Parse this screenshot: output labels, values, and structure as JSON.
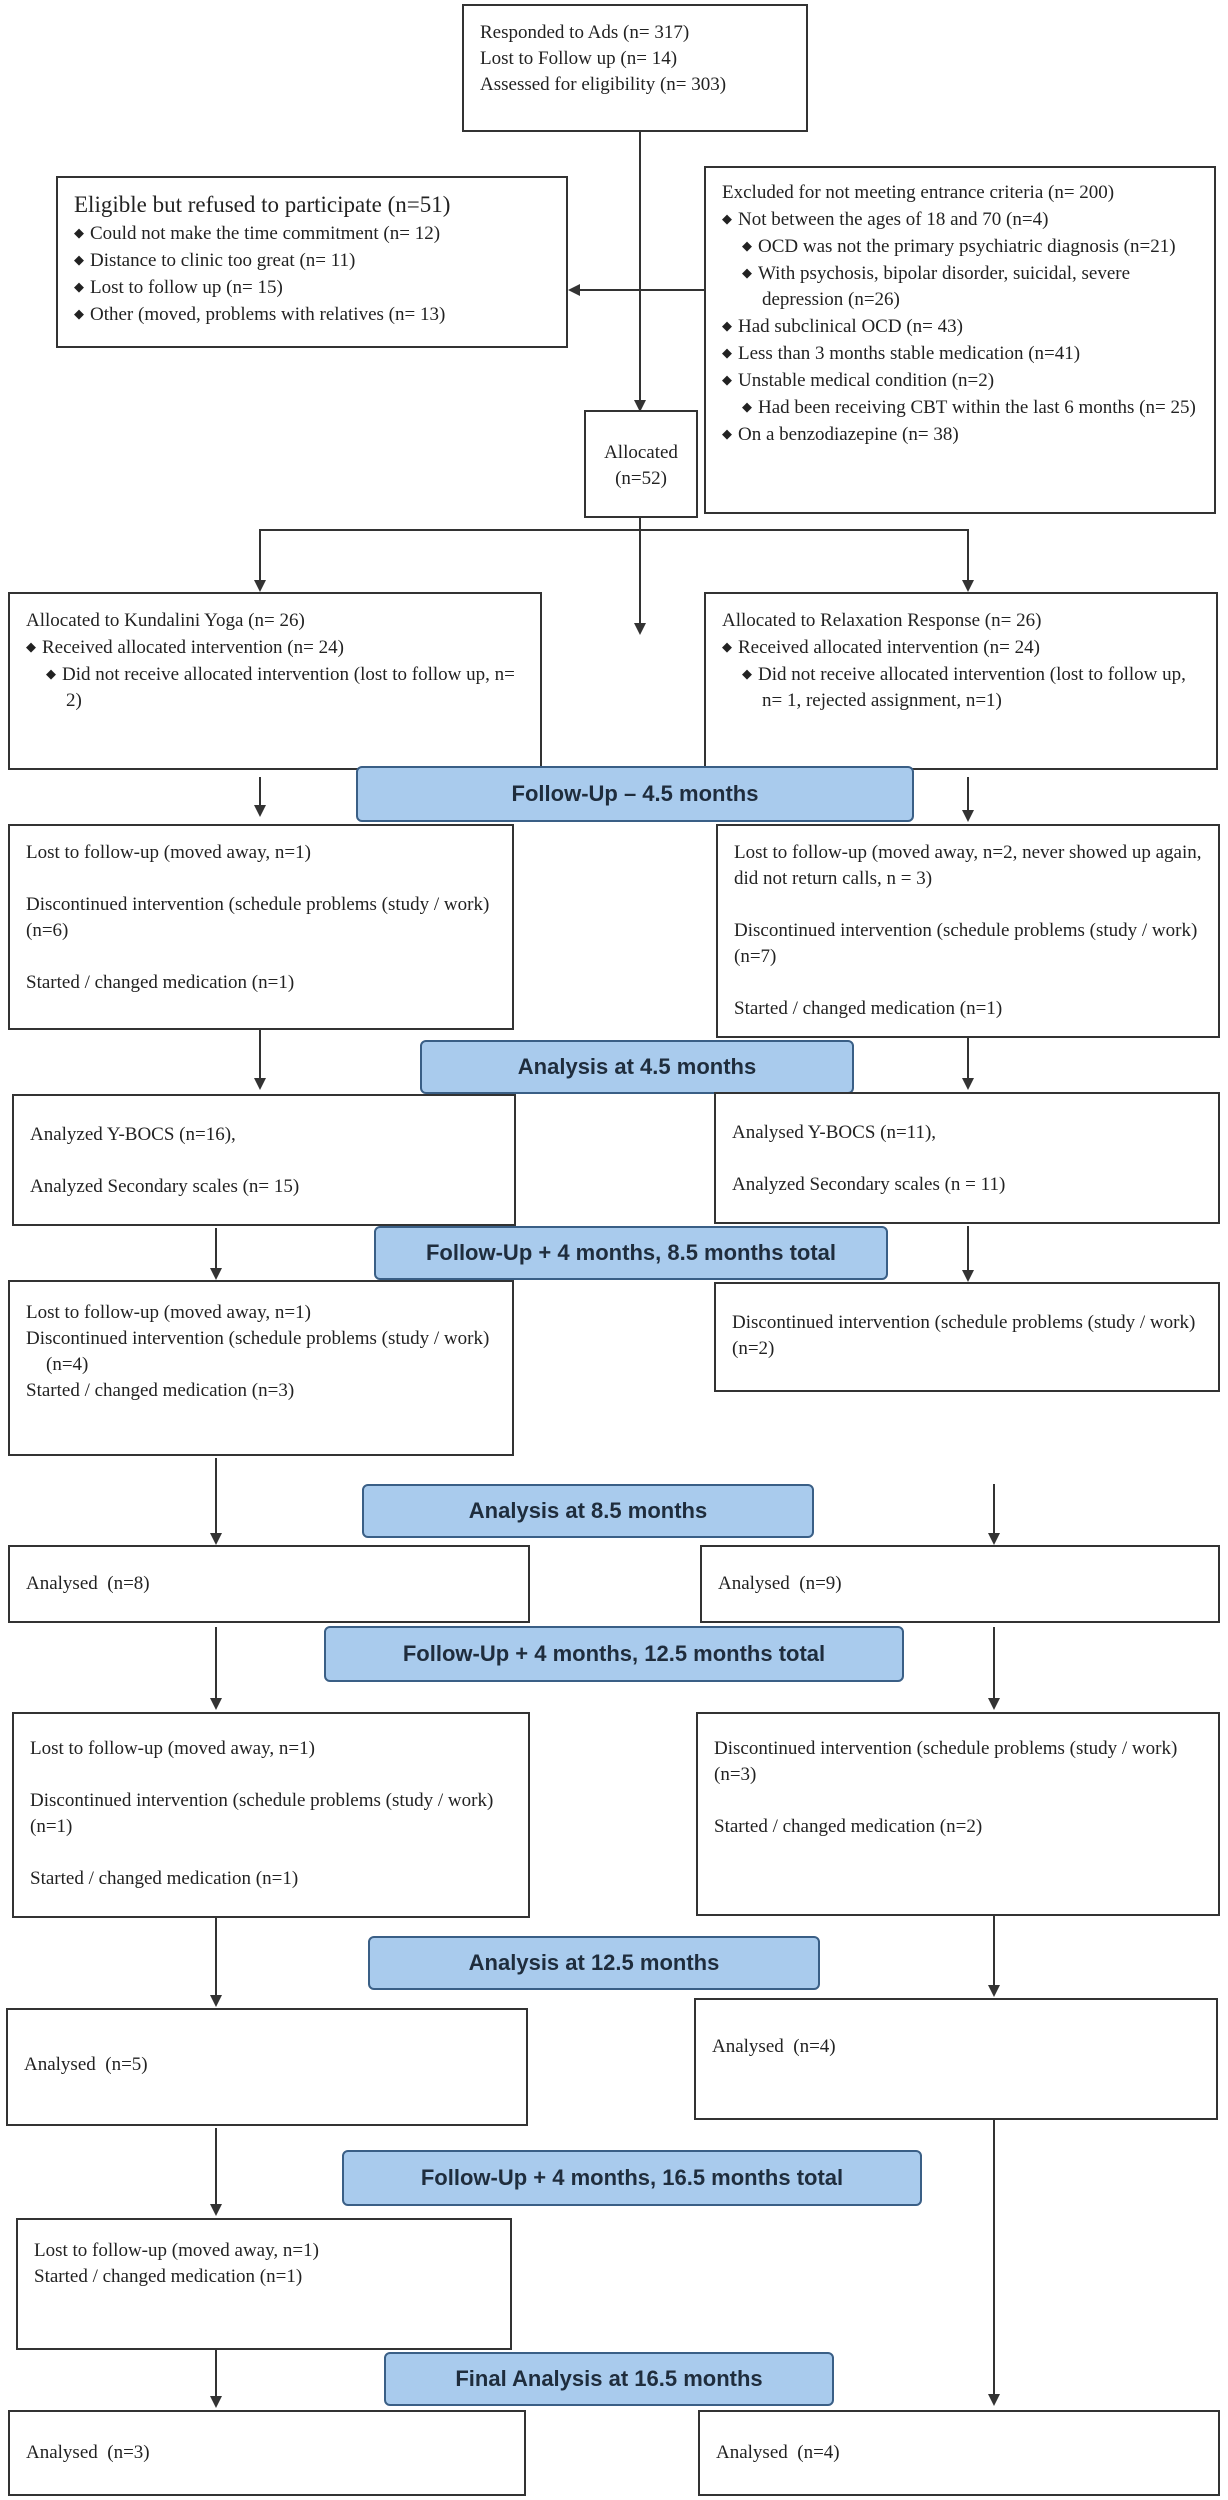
{
  "enrollment": {
    "lines": [
      "Responded to Ads (n= 317)",
      "Lost to Follow up (n= 14)",
      "Assessed for eligibility (n= 303)"
    ]
  },
  "refused": {
    "title": "Eligible but refused to participate (n=51)",
    "items": [
      "Could not make the time commitment (n= 12)",
      "Distance to clinic too great (n= 11)",
      "Lost to follow up (n= 15)",
      "Other (moved, problems with relatives (n= 13)"
    ]
  },
  "excluded": {
    "title": "Excluded for not meeting entrance criteria (n= 200)",
    "items": [
      "Not between the ages of 18 and 70 (n=4)",
      "OCD was not the primary psychiatric diagnosis (n=21)",
      "With psychosis, bipolar disorder, suicidal, severe depression (n=26)",
      "Had subclinical OCD (n= 43)",
      "Less than 3 months stable medication (n=41)",
      "Unstable medical condition (n=2)",
      "Had been receiving CBT within the last 6 months (n= 25)",
      "On a benzodiazepine (n= 38)"
    ]
  },
  "allocated": {
    "line1": "Allocated",
    "line2": "(n=52)"
  },
  "yoga_alloc": {
    "title": "Allocated to Kundalini Yoga (n= 26)",
    "items": [
      "Received allocated intervention (n= 24)",
      "Did not receive allocated intervention (lost to follow up, n= 2)"
    ]
  },
  "relax_alloc": {
    "title": "Allocated to Relaxation Response (n= 26)",
    "items": [
      "Received allocated intervention (n= 24)",
      "Did not receive allocated intervention (lost to follow up, n= 1, rejected assignment, n=1)"
    ]
  },
  "phases": {
    "fu1": "Follow-Up – 4.5 months",
    "an1": "Analysis at 4.5 months",
    "fu2": "Follow-Up + 4 months, 8.5 months total",
    "an2": "Analysis at 8.5 months",
    "fu3": "Follow-Up + 4 months, 12.5 months total",
    "an3": "Analysis at 12.5 months",
    "fu4": "Follow-Up + 4 months, 16.5 months total",
    "an4": "Final Analysis at 16.5 months"
  },
  "yoga": {
    "fu1": [
      "Lost to follow-up (moved away, n=1)",
      "Discontinued intervention (schedule problems (study / work) (n=6)",
      "Started / changed medication (n=1)"
    ],
    "an1": [
      "Analyzed Y-BOCS (n=16),",
      "Analyzed Secondary scales (n= 15)"
    ],
    "fu2": [
      "Lost to follow-up (moved away, n=1)",
      "Discontinued intervention (schedule problems (study / work) (n=4)",
      "Started / changed medication (n=3)"
    ],
    "an2": "Analysed  (n=8)",
    "fu3": [
      "Lost to follow-up (moved away, n=1)",
      "Discontinued intervention (schedule problems (study / work) (n=1)",
      "Started / changed medication (n=1)"
    ],
    "an3": "Analysed  (n=5)",
    "fu4": [
      "Lost to follow-up (moved away, n=1)",
      "Started / changed medication (n=1)"
    ],
    "an4": "Analysed  (n=3)"
  },
  "relax": {
    "fu1": [
      "Lost to follow-up (moved away, n=2, never showed up again, did not return calls, n = 3)",
      "Discontinued intervention (schedule problems (study / work) (n=7)",
      "Started / changed medication (n=1)"
    ],
    "an1": [
      "Analysed Y-BOCS (n=11),",
      "Analyzed Secondary scales (n = 11)"
    ],
    "fu2": [
      "Discontinued intervention (schedule problems (study / work) (n=2)"
    ],
    "an2": "Analysed  (n=9)",
    "fu3": [
      "Discontinued intervention (schedule problems (study / work) (n=3)",
      "Started / changed medication (n=2)"
    ],
    "an3": "Analysed  (n=4)",
    "an4": "Analysed  (n=4)"
  }
}
